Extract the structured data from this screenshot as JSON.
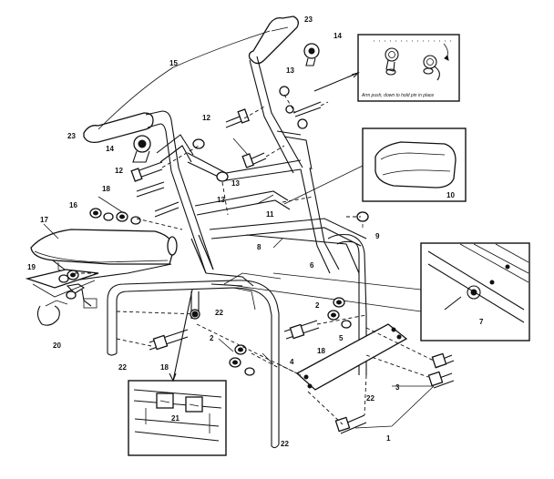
{
  "inset_caption": "Arm push, down to hold pin in place",
  "callouts": [
    {
      "id": "c23a",
      "text": "23"
    },
    {
      "id": "c15",
      "text": "15"
    },
    {
      "id": "c14a",
      "text": "14"
    },
    {
      "id": "c13a",
      "text": "13"
    },
    {
      "id": "c12a",
      "text": "12"
    },
    {
      "id": "c23b",
      "text": "23"
    },
    {
      "id": "c14b",
      "text": "14"
    },
    {
      "id": "c12b",
      "text": "12"
    },
    {
      "id": "c13b",
      "text": "13"
    },
    {
      "id": "c18a",
      "text": "18"
    },
    {
      "id": "c11",
      "text": "11"
    },
    {
      "id": "c10",
      "text": "10"
    },
    {
      "id": "c13c",
      "text": "13"
    },
    {
      "id": "c16",
      "text": "16"
    },
    {
      "id": "c17",
      "text": "17"
    },
    {
      "id": "c9",
      "text": "9"
    },
    {
      "id": "c8",
      "text": "8"
    },
    {
      "id": "c6",
      "text": "6"
    },
    {
      "id": "c19",
      "text": "19"
    },
    {
      "id": "c20",
      "text": "20"
    },
    {
      "id": "c22a",
      "text": "22"
    },
    {
      "id": "c2a",
      "text": "2"
    },
    {
      "id": "c7",
      "text": "7"
    },
    {
      "id": "c5",
      "text": "5"
    },
    {
      "id": "c18b",
      "text": "18"
    },
    {
      "id": "c22b",
      "text": "22"
    },
    {
      "id": "c18c",
      "text": "18"
    },
    {
      "id": "c2b",
      "text": "2"
    },
    {
      "id": "c4",
      "text": "4"
    },
    {
      "id": "c3",
      "text": "3"
    },
    {
      "id": "c22c",
      "text": "22"
    },
    {
      "id": "c21",
      "text": "21"
    },
    {
      "id": "c1",
      "text": "1"
    },
    {
      "id": "c22d",
      "text": "22"
    }
  ]
}
